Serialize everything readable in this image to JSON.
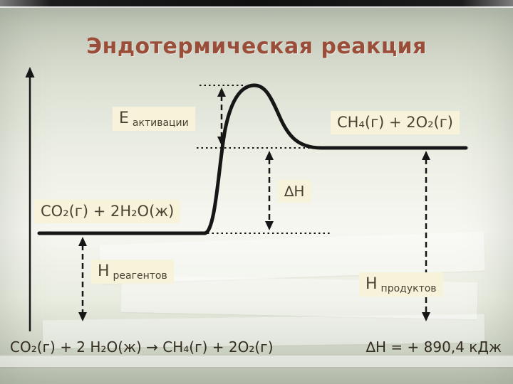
{
  "slide": {
    "title": "Эндотермическая реакция",
    "labels": {
      "activation_energy": {
        "symbol": "E",
        "word": "активации"
      },
      "products_level": "CH₄(г) + 2O₂(г)",
      "reactants_level": "CO₂(г) + 2H₂O(ж)",
      "delta_h": "∆H",
      "h_reactants": {
        "symbol": "H",
        "word": "реагентов"
      },
      "h_products": {
        "symbol": "H",
        "word": "продуктов"
      }
    },
    "equation": {
      "reaction": "CO₂(г) + 2 H₂O(ж) → CH₄(г) + 2O₂(г)",
      "enthalpy": "∆H = + 890,4 кДж"
    },
    "colors": {
      "title_color": "#9a4e3a",
      "label_text": "#4a4232",
      "label_bg": "#f7f3da",
      "equation_text": "#332d20",
      "diagram_line": "#161616"
    }
  }
}
